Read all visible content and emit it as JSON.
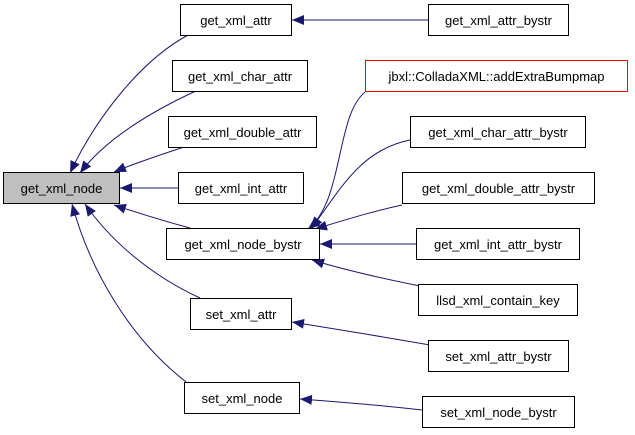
{
  "graph": {
    "edge_color": "#191970",
    "nodes": {
      "get_xml_node": "get_xml_node",
      "get_xml_attr": "get_xml_attr",
      "get_xml_char_attr": "get_xml_char_attr",
      "get_xml_double_attr": "get_xml_double_attr",
      "get_xml_int_attr": "get_xml_int_attr",
      "get_xml_node_bystr": "get_xml_node_bystr",
      "set_xml_attr": "set_xml_attr",
      "set_xml_node": "set_xml_node",
      "get_xml_attr_bystr": "get_xml_attr_bystr",
      "addExtraBumpmap": "jbxl::ColladaXML::addExtraBumpmap",
      "get_xml_char_attr_bystr": "get_xml_char_attr_bystr",
      "get_xml_double_attr_bystr": "get_xml_double_attr_bystr",
      "get_xml_int_attr_bystr": "get_xml_int_attr_bystr",
      "llsd_xml_contain_key": "llsd_xml_contain_key",
      "set_xml_attr_bystr": "set_xml_attr_bystr",
      "set_xml_node_bystr": "set_xml_node_bystr"
    },
    "red_border_color": "#ff0000",
    "root_fill_color": "#bfbfbf"
  }
}
